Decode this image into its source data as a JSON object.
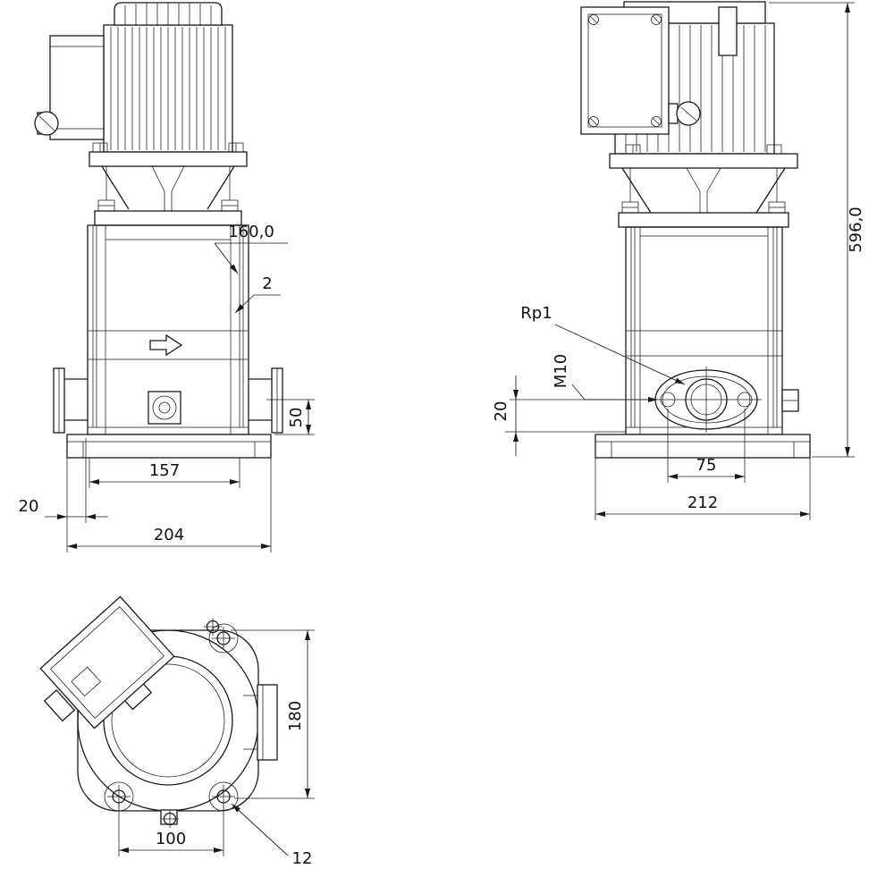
{
  "views": {
    "front": {
      "dims": {
        "d160": "160,0",
        "d2": "2",
        "d50": "50",
        "d157": "157",
        "d20": "20",
        "d204": "204"
      }
    },
    "side": {
      "labels": {
        "rp1": "Rp1",
        "m10": "M10"
      },
      "dims": {
        "d596": "596,0",
        "d20": "20",
        "d75": "75",
        "d212": "212"
      }
    },
    "top": {
      "dims": {
        "d180": "180",
        "d100": "100",
        "d12": "12"
      }
    }
  },
  "colors": {
    "line": "#1a1a1a",
    "background": "#ffffff"
  }
}
